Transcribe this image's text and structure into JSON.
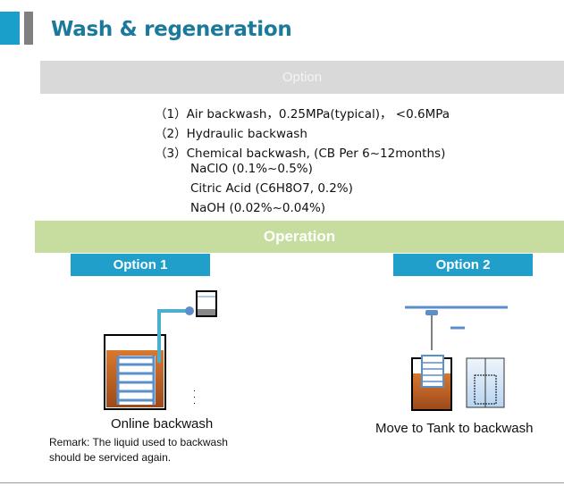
{
  "header": {
    "title": "Wash & regeneration"
  },
  "option_section": {
    "label": "Option",
    "items": [
      "（1）Air backwash，0.25MPa(typical)，  <0.6MPa",
      "（2）Hydraulic backwash",
      "（3）Chemical backwash, (CB Per 6~12months)",
      "NaClO (0.1%~0.5%)",
      "Citric Acid (C6H8O7, 0.2%)",
      "NaOH (0.02%~0.04%)"
    ]
  },
  "operation": {
    "label": "Operation",
    "option1": {
      "label": "Option 1",
      "caption": "Online backwash",
      "remark": [
        "Remark: The liquid used to backwash",
        "should be serviced again."
      ]
    },
    "option2": {
      "label": "Option 2",
      "caption": "Move to Tank to backwash"
    }
  },
  "colors": {
    "title": "#1b7a9c",
    "accent": "#1f9fca",
    "option_bar": "#d9d9d9",
    "operation_bar": "#c6dd9f"
  }
}
